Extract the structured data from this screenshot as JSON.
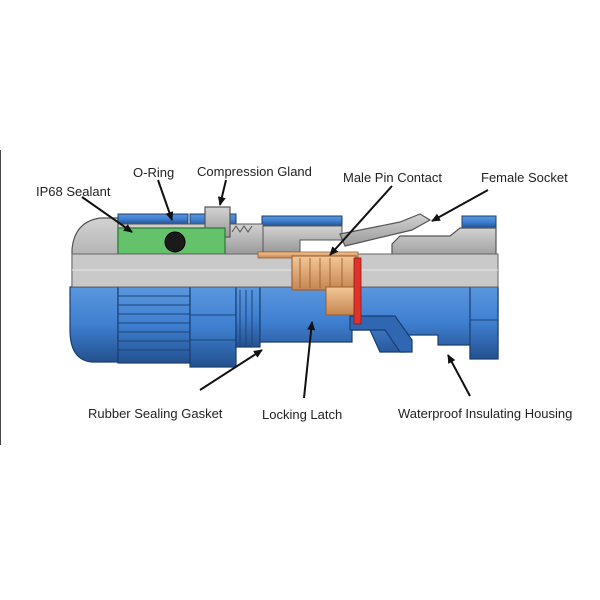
{
  "labels": {
    "ip68_sealant": "IP68 Sealant",
    "o_ring": "O-Ring",
    "compression_gland": "Compression Gland",
    "male_pin_contact": "Male Pin Contact",
    "female_socket": "Female Socket",
    "rubber_sealing_gasket": "Rubber Sealing Gasket",
    "locking_latch": "Locking Latch",
    "waterproof_insulating_housing": "Waterproof Insulating Housing"
  },
  "colors": {
    "housing_blue": "#3f7fd0",
    "housing_dark": "#23518f",
    "section_grey": "#b8b8b8",
    "section_dark": "#8c8c8c",
    "sealant_green": "#63c26a",
    "pin_copper": "#e7b07a",
    "pin_dark": "#c0824d",
    "oring_red": "#e0322d",
    "arrow_black": "#111111"
  }
}
